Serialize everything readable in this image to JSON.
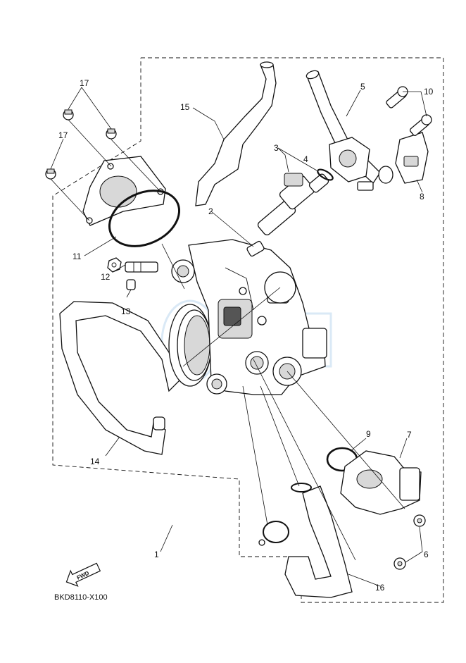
{
  "diagram_code": "BKD8110-X100",
  "fwd_label": "FWD",
  "callouts": {
    "p1": "1",
    "p2": "2",
    "p3": "3",
    "p4": "4",
    "p5": "5",
    "p6": "6",
    "p7": "7",
    "p8": "8",
    "p9": "9",
    "p10": "10",
    "p11": "11",
    "p12": "12",
    "p13": "13",
    "p14": "14",
    "p15": "15",
    "p16": "16",
    "p17a": "17",
    "p17b": "17"
  }
}
